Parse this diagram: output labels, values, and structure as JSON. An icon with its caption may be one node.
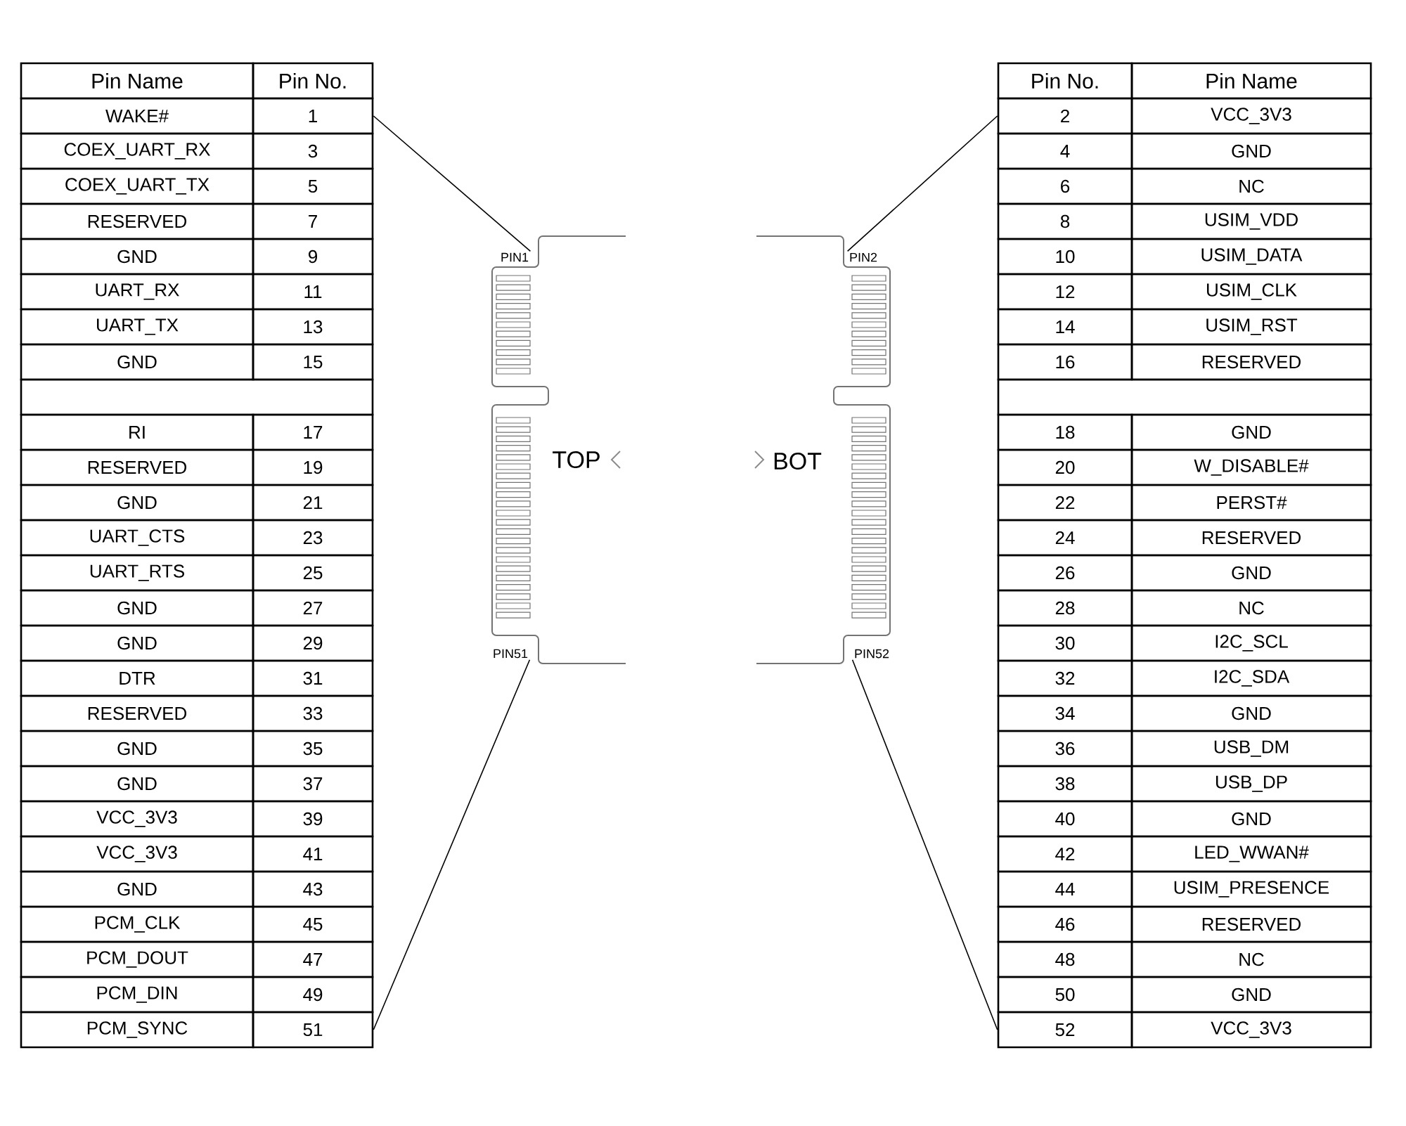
{
  "diagram": {
    "nodes": [
      {
        "text": [
          "PIN1"
        ]
      },
      {
        "text": [
          "PIN2"
        ]
      },
      {
        "text": [
          "PIN51"
        ]
      },
      {
        "text": [
          "PIN52"
        ]
      },
      {
        "text": [
          "1"
        ]
      },
      {
        "text": [
          "2"
        ]
      },
      {
        "text": [
          "51"
        ]
      },
      {
        "text": [
          "52"
        ]
      }
    ],
    "edges": [
      {
        "from": 0,
        "to": 4,
        "arrow": "none"
      },
      {
        "from": 1,
        "to": 5,
        "arrow": "none"
      },
      {
        "from": 2,
        "to": 6,
        "arrow": "none"
      },
      {
        "from": 3,
        "to": 7,
        "arrow": "none"
      }
    ],
    "labels": [
      "Pin Name",
      "Pin No.",
      "WAKE#",
      "COEX_UART_RX",
      "3",
      "COEX_UART_TX",
      "5",
      "RESERVED",
      "7",
      "GND",
      "9",
      "UART_RX",
      "11",
      "UART_TX",
      "13",
      "GND",
      "15",
      "RI",
      "17",
      "RESERVED",
      "19",
      "GND",
      "21",
      "UART_CTS",
      "23",
      "UART_RTS",
      "25",
      "GND",
      "27",
      "GND",
      "29",
      "DTR",
      "31",
      "RESERVED",
      "33",
      "GND",
      "35",
      "GND",
      "37",
      "VCC_3V3",
      "39",
      "VCC_3V3",
      "41",
      "GND",
      "43",
      "PCM_CLK",
      "45",
      "PCM_DOUT",
      "47",
      "PCM_DIN",
      "49",
      "PCM_SYNC",
      "Pin No.",
      "Pin Name",
      "VCC_3V3",
      "4",
      "GND",
      "6",
      "NC",
      "8",
      "USIM_VDD",
      "10",
      "USIM_DATA",
      "12",
      "USIM_CLK",
      "14",
      "USIM_RST",
      "16",
      "RESERVED",
      "18",
      "GND",
      "20",
      "W_DISABLE#",
      "22",
      "PERST#",
      "24",
      "RESERVED",
      "26",
      "GND",
      "28",
      "NC",
      "30",
      "I2C_SCL",
      "32",
      "I2C_SDA",
      "34",
      "GND",
      "36",
      "USB_DM",
      "38",
      "USB_DP",
      "40",
      "GND",
      "42",
      "LED_WWAN#",
      "44",
      "USIM_PRESENCE",
      "46",
      "RESERVED",
      "48",
      "NC",
      "50",
      "GND",
      "VCC_3V3",
      "TOP",
      "BOT"
    ]
  }
}
